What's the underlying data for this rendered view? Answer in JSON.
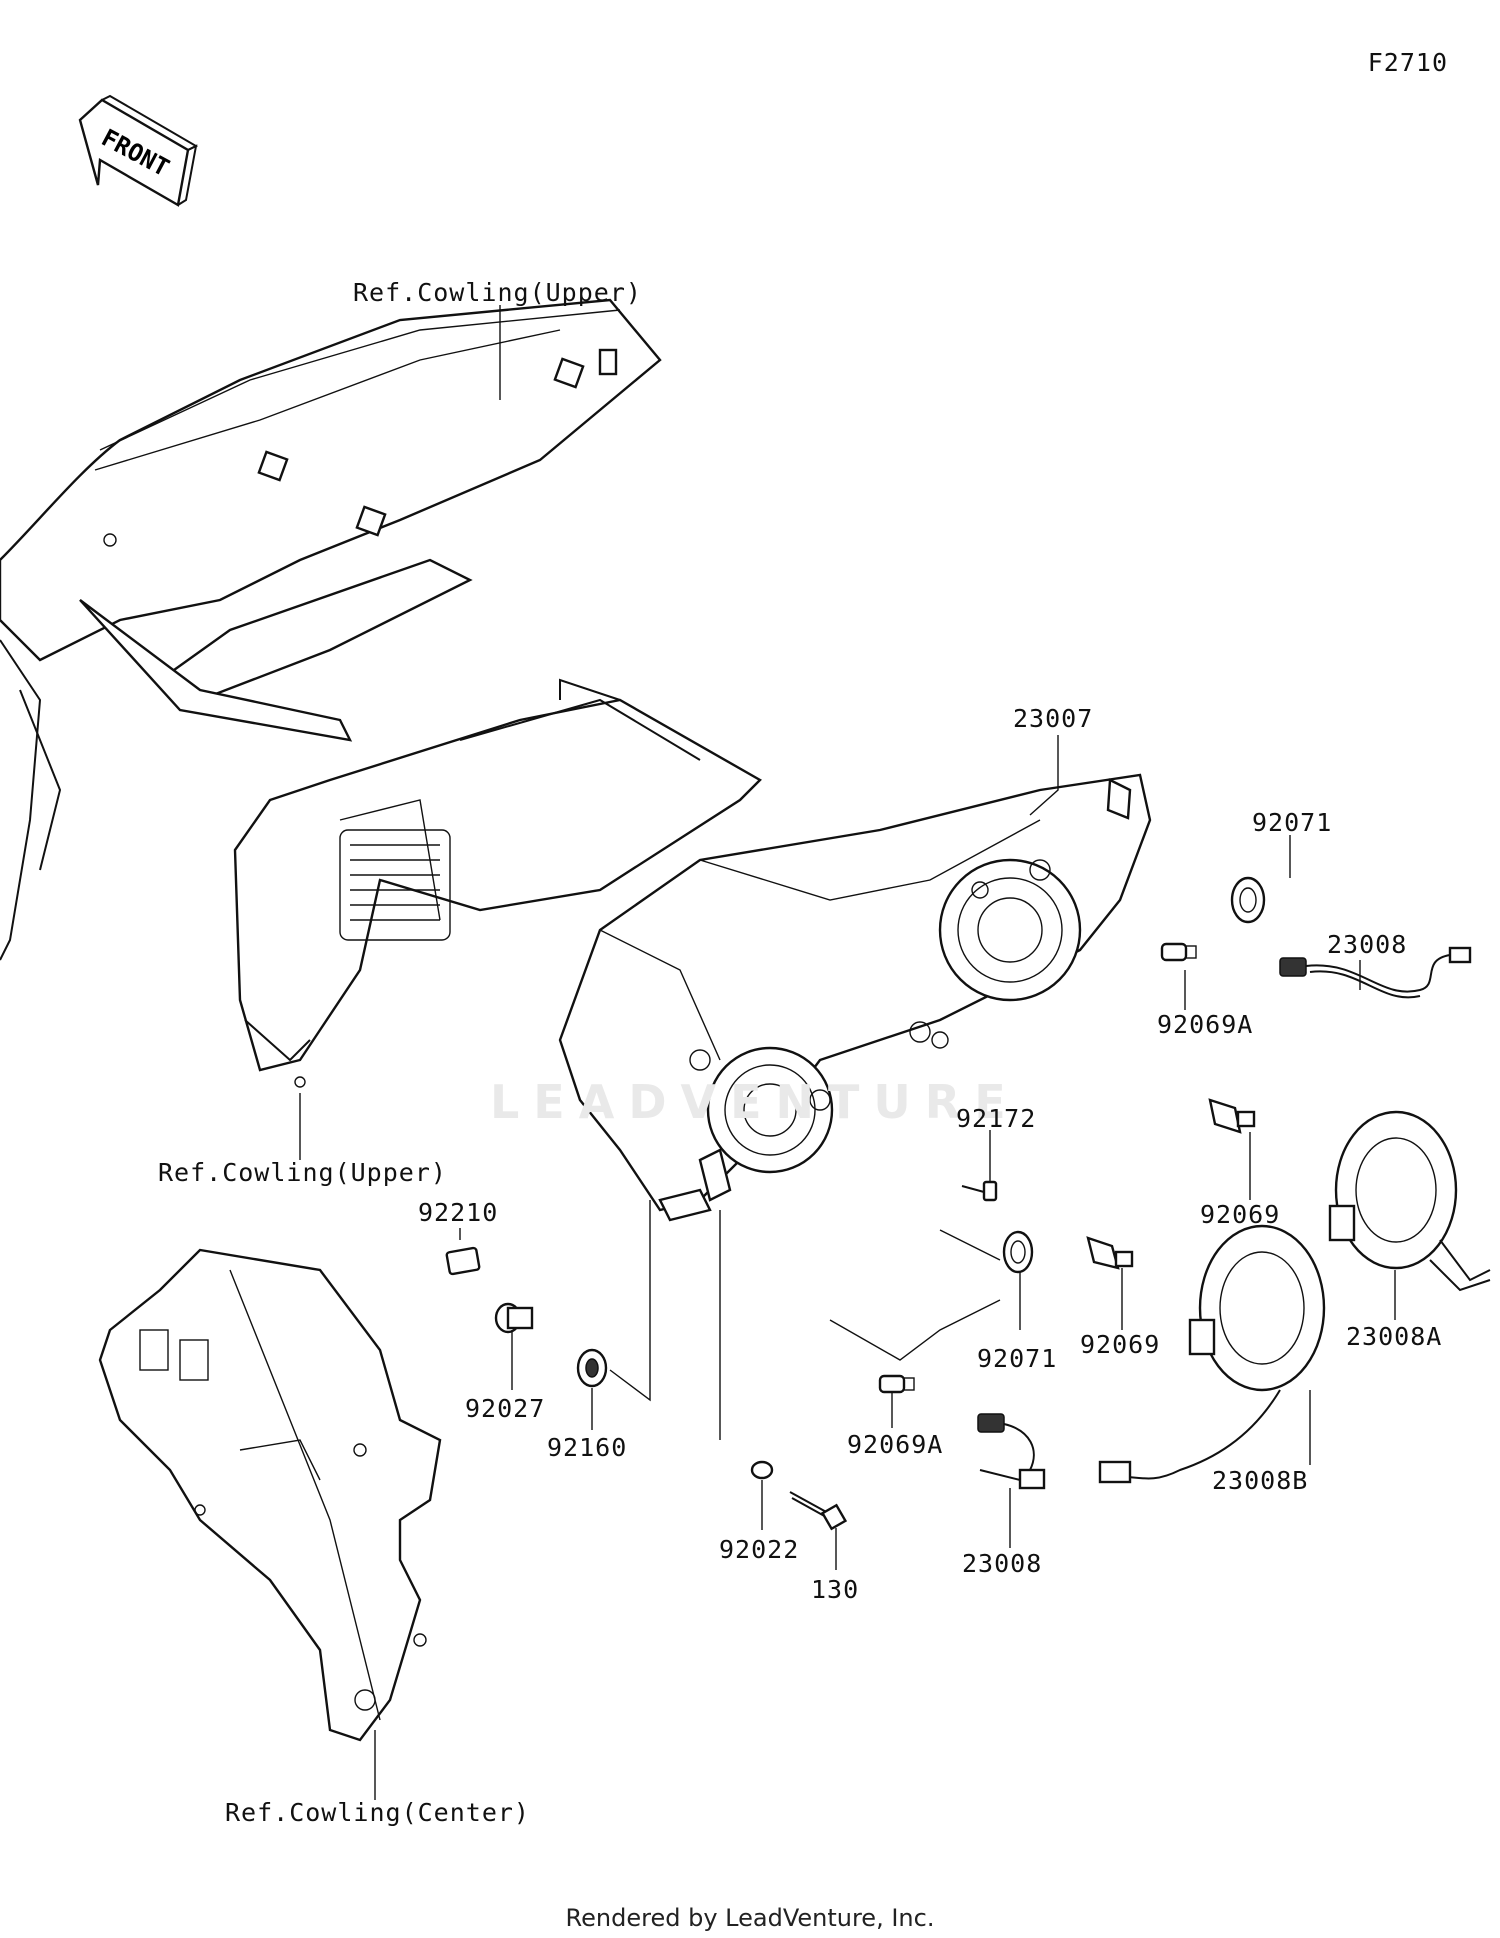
{
  "diagram_code": "F2710",
  "front_label": "FRONT",
  "watermark": "LEADVENTURE",
  "refs": {
    "cowling_upper_top": "Ref.Cowling(Upper)",
    "cowling_upper_mid": "Ref.Cowling(Upper)",
    "cowling_center": "Ref.Cowling(Center)"
  },
  "parts": {
    "p23007": "23007",
    "p92071_top": "92071",
    "p92069A_top": "92069A",
    "p23008_top": "23008",
    "p92172": "92172",
    "p92069_right": "92069",
    "p23008A": "23008A",
    "p92210": "92210",
    "p92027": "92027",
    "p92160": "92160",
    "p92071_mid": "92071",
    "p92069_mid": "92069",
    "p92069A_bottom": "92069A",
    "p23008B": "23008B",
    "p92022": "92022",
    "p130": "130",
    "p23008_bottom": "23008"
  },
  "footer": "Rendered by LeadVenture, Inc."
}
